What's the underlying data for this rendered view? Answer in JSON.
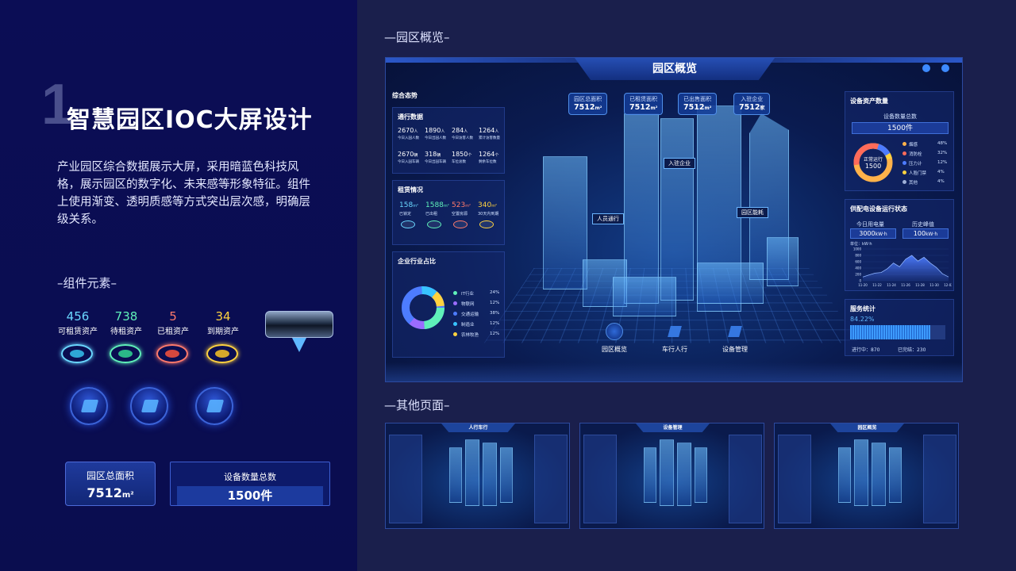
{
  "left": {
    "big_number": "1",
    "title": "智慧园区IOC大屏设计",
    "description": "产业园区综合数据展示大屏，采用暗蓝色科技风格，展示园区的数字化、未来感等形象特征。组件上使用渐变、透明质感等方式突出层次感，明确层级关系。",
    "components_title": "–组件元素–",
    "stats": [
      {
        "value": "456",
        "label": "可租赁资产",
        "color": "#6ad7ff"
      },
      {
        "value": "738",
        "label": "待租资产",
        "color": "#5ff0b9"
      },
      {
        "value": "5",
        "label": "已租资产",
        "color": "#ff7a6b"
      },
      {
        "value": "34",
        "label": "到期资产",
        "color": "#ffd23f"
      }
    ],
    "card_area": {
      "label": "园区总面积",
      "value": "7512",
      "unit": "m²"
    },
    "card_device": {
      "label": "设备数量总数",
      "value": "1500件"
    }
  },
  "right": {
    "overview_title": "—园区概览–",
    "others_title": "—其他页面–"
  },
  "dashboard": {
    "title": "园区概览",
    "left_section": "综合态势",
    "traffic": {
      "title": "通行数据",
      "row1": [
        {
          "value": "2670",
          "unit": "人",
          "label": "今日入园人数"
        },
        {
          "value": "1890",
          "unit": "人",
          "label": "今日出园人数"
        },
        {
          "value": "284",
          "unit": "人",
          "label": "今日访客人数"
        },
        {
          "value": "1264",
          "unit": "人",
          "label": "累计访客数量"
        }
      ],
      "row2": [
        {
          "value": "2670",
          "unit": "辆",
          "label": "今日入园车辆"
        },
        {
          "value": "318",
          "unit": "辆",
          "label": "今日出园车辆"
        },
        {
          "value": "1850",
          "unit": "个",
          "label": "车位总数"
        },
        {
          "value": "1264",
          "unit": "个",
          "label": "剩余车位数"
        }
      ]
    },
    "lease": {
      "title": "租赁情况",
      "items": [
        {
          "value": "158",
          "unit": "m²",
          "label": "已锁定",
          "color": "#6ad7ff"
        },
        {
          "value": "1588",
          "unit": "m²",
          "label": "已出租",
          "color": "#5ff0b9"
        },
        {
          "value": "523",
          "unit": "m²",
          "label": "空置房源",
          "color": "#ff7a6b"
        },
        {
          "value": "340",
          "unit": "m²",
          "label": "30天内到期",
          "color": "#ffd23f"
        }
      ]
    },
    "industry": {
      "title": "企业行业占比",
      "items": [
        {
          "name": "IT行业",
          "pct": "24%",
          "color": "#5ff0b9"
        },
        {
          "name": "物联网",
          "pct": "12%",
          "color": "#9b6cff"
        },
        {
          "name": "交通运输",
          "pct": "38%",
          "color": "#4d7cff"
        },
        {
          "name": "制造业",
          "pct": "12%",
          "color": "#38c3ff"
        },
        {
          "name": "农林牧渔",
          "pct": "12%",
          "color": "#ffd23f"
        }
      ]
    },
    "top_tags": [
      {
        "label": "园区总面积",
        "value": "7512",
        "unit": "m²"
      },
      {
        "label": "已租赁面积",
        "value": "7512",
        "unit": "m²"
      },
      {
        "label": "已出售面积",
        "value": "7512",
        "unit": "m²"
      },
      {
        "label": "入驻企业",
        "value": "7512",
        "unit": "家"
      }
    ],
    "scene_labels": {
      "enter": "入驻企业",
      "people": "人员通行",
      "energy": "园区能耗"
    },
    "nav": [
      {
        "label": "园区概览"
      },
      {
        "label": "车行人行"
      },
      {
        "label": "设备管理"
      }
    ],
    "assets": {
      "title": "设备资产数量",
      "total_label": "设备数量总数",
      "total_value": "1500件",
      "center_label": "正常运行",
      "center_value": "1500",
      "items": [
        {
          "name": "烟感",
          "pct": "48%",
          "color": "#ffb24a"
        },
        {
          "name": "消防栓",
          "pct": "32%",
          "color": "#ff6b5a"
        },
        {
          "name": "压力计",
          "pct": "12%",
          "color": "#4d7cff"
        },
        {
          "name": "人脸门禁",
          "pct": "4%",
          "color": "#ffd23f"
        },
        {
          "name": "其他",
          "pct": "4%",
          "color": "#9fb0d8"
        }
      ]
    },
    "power": {
      "title": "供配电设备运行状态",
      "today_label": "今日用电量",
      "today_value": "3000",
      "today_unit": "kW·h",
      "peak_label": "历史峰值",
      "peak_value": "100",
      "peak_unit": "kW·h",
      "unit_text": "单位：kW·h"
    },
    "service": {
      "title": "服务统计",
      "percent": "84.22%",
      "progress": 0.8422,
      "done_label": "进行中：",
      "done_value": "870",
      "finished_label": "已完结：",
      "finished_value": "230"
    }
  },
  "chart_data": {
    "type": "area",
    "x": [
      "11-20",
      "11-22",
      "11-24",
      "11-26",
      "11-28",
      "11-30",
      "12-02"
    ],
    "y_ticks": [
      "1000",
      "800",
      "600",
      "400",
      "200",
      "0"
    ],
    "ylim": [
      0,
      1000
    ],
    "series": [
      {
        "values": [
          120,
          180,
          240,
          260,
          380,
          560,
          440,
          680,
          800,
          620,
          740,
          560,
          420,
          220,
          120
        ]
      }
    ]
  },
  "thumbs": [
    {
      "title": "人行车行"
    },
    {
      "title": "设备管理"
    },
    {
      "title": "园区概览"
    }
  ]
}
